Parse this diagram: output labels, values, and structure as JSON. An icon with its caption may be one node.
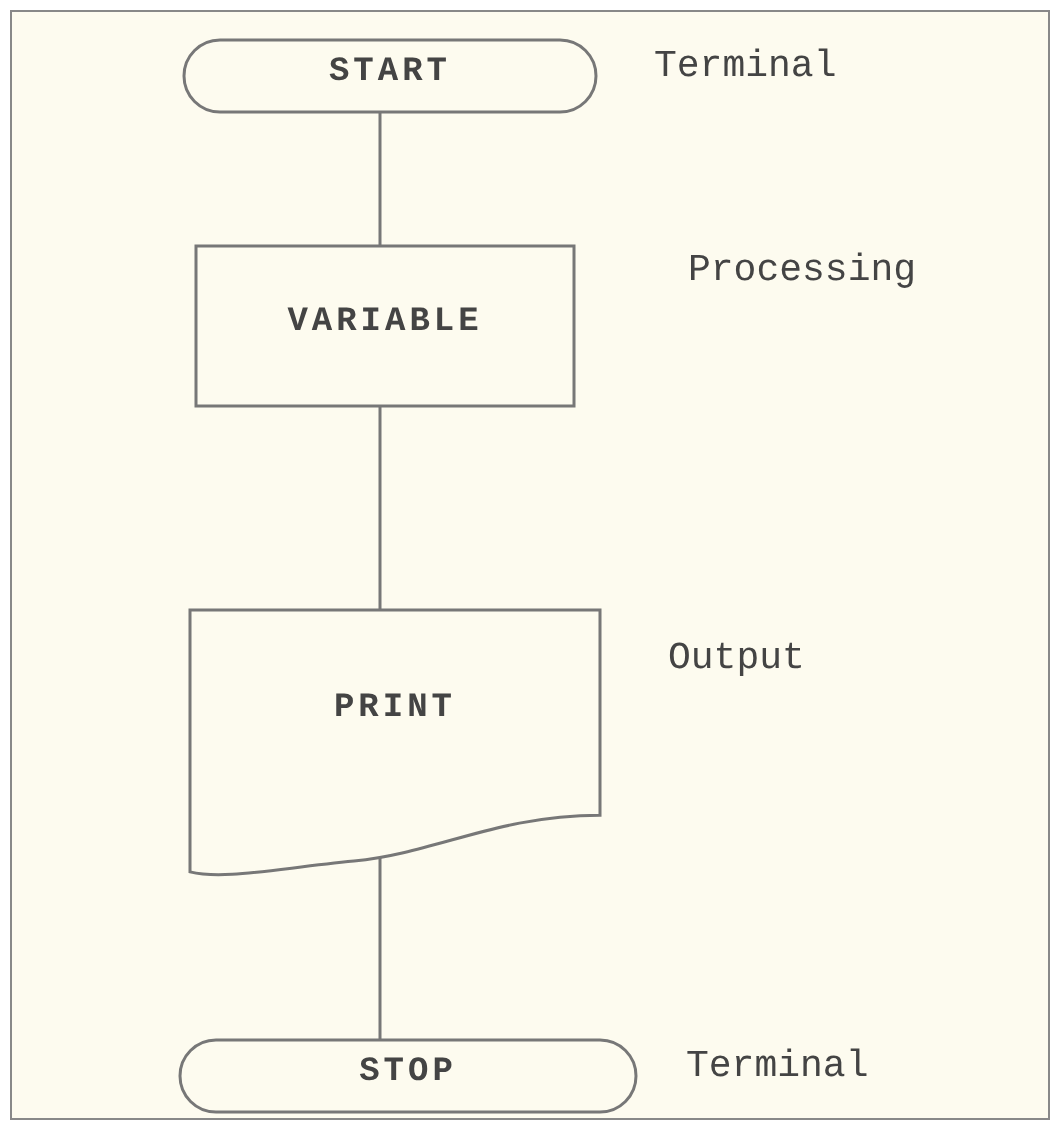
{
  "diagram": {
    "nodes": [
      {
        "text": [
          "START"
        ],
        "beside": [
          "Terminal"
        ]
      },
      {
        "text": [
          "VARIABLE"
        ],
        "beside": [
          "Processing"
        ]
      },
      {
        "text": [
          "PRINT"
        ],
        "beside": [
          "Output"
        ]
      },
      {
        "text": [
          "STOP"
        ],
        "beside": [
          "Terminal"
        ]
      }
    ],
    "edges": [
      {
        "from": 0,
        "to": 1,
        "arrow": "none"
      },
      {
        "from": 1,
        "to": 2,
        "arrow": "none"
      },
      {
        "from": 2,
        "to": 3,
        "arrow": "none"
      }
    ]
  }
}
